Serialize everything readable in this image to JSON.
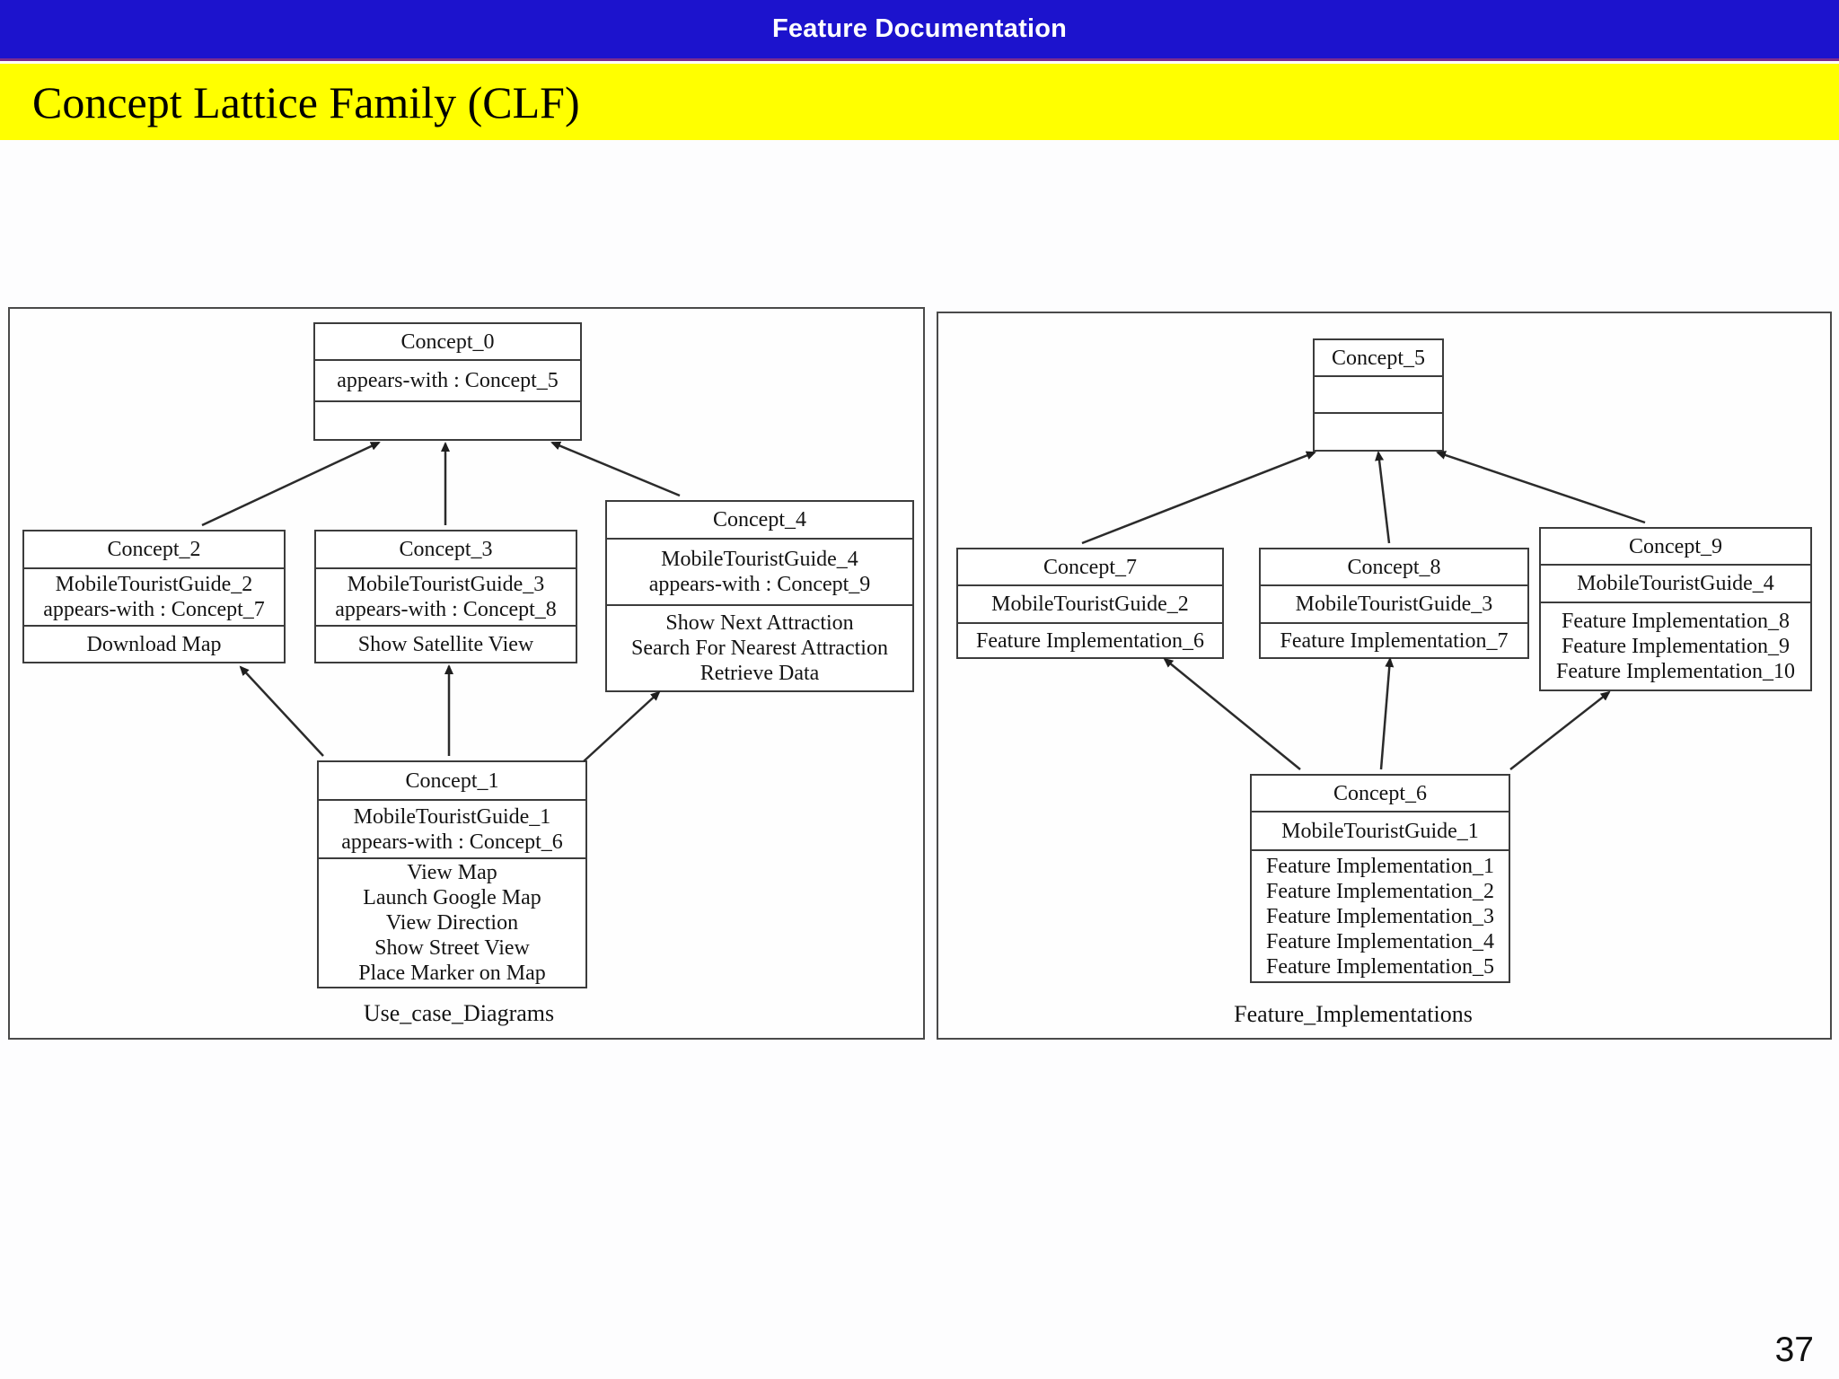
{
  "header": {
    "title": "Feature Documentation"
  },
  "slide": {
    "title": "Concept Lattice Family (CLF)",
    "page_number": "37"
  },
  "colors": {
    "header_bg": "#1c13cd",
    "header_text": "#ffffff",
    "title_bar_bg": "#ffff00",
    "divider": "#7c2c8c",
    "box_border": "#3c3c3c",
    "text": "#141414"
  },
  "diagrams": {
    "left": {
      "label": "Use_case_Diagrams",
      "nodes": {
        "concept0": {
          "title": "Concept_0",
          "attributes": [
            "appears-with : Concept_5"
          ],
          "operations": []
        },
        "concept2": {
          "title": "Concept_2",
          "attributes": [
            "MobileTouristGuide_2",
            "appears-with : Concept_7"
          ],
          "operations": [
            "Download Map"
          ]
        },
        "concept3": {
          "title": "Concept_3",
          "attributes": [
            "MobileTouristGuide_3",
            "appears-with : Concept_8"
          ],
          "operations": [
            "Show Satellite View"
          ]
        },
        "concept4": {
          "title": "Concept_4",
          "attributes": [
            "MobileTouristGuide_4",
            "appears-with : Concept_9"
          ],
          "operations": [
            "Show Next Attraction",
            "Search For Nearest Attraction",
            "Retrieve Data"
          ]
        },
        "concept1": {
          "title": "Concept_1",
          "attributes": [
            "MobileTouristGuide_1",
            "appears-with : Concept_6"
          ],
          "operations": [
            "View Map",
            "Launch Google Map",
            "View Direction",
            "Show Street View",
            "Place Marker on Map"
          ]
        }
      },
      "edges": [
        {
          "from": "Concept_2",
          "to": "Concept_0"
        },
        {
          "from": "Concept_3",
          "to": "Concept_0"
        },
        {
          "from": "Concept_4",
          "to": "Concept_0"
        },
        {
          "from": "Concept_1",
          "to": "Concept_2"
        },
        {
          "from": "Concept_1",
          "to": "Concept_3"
        },
        {
          "from": "Concept_1",
          "to": "Concept_4"
        }
      ]
    },
    "right": {
      "label": "Feature_Implementations",
      "nodes": {
        "concept5": {
          "title": "Concept_5",
          "attributes": [],
          "operations": []
        },
        "concept7": {
          "title": "Concept_7",
          "attributes": [
            "MobileTouristGuide_2"
          ],
          "operations": [
            "Feature Implementation_6"
          ]
        },
        "concept8": {
          "title": "Concept_8",
          "attributes": [
            "MobileTouristGuide_3"
          ],
          "operations": [
            "Feature Implementation_7"
          ]
        },
        "concept9": {
          "title": "Concept_9",
          "attributes": [
            "MobileTouristGuide_4"
          ],
          "operations": [
            "Feature Implementation_8",
            "Feature Implementation_9",
            "Feature Implementation_10"
          ]
        },
        "concept6": {
          "title": "Concept_6",
          "attributes": [
            "MobileTouristGuide_1"
          ],
          "operations": [
            "Feature Implementation_1",
            "Feature Implementation_2",
            "Feature Implementation_3",
            "Feature Implementation_4",
            "Feature Implementation_5"
          ]
        }
      },
      "edges": [
        {
          "from": "Concept_7",
          "to": "Concept_5"
        },
        {
          "from": "Concept_8",
          "to": "Concept_5"
        },
        {
          "from": "Concept_9",
          "to": "Concept_5"
        },
        {
          "from": "Concept_6",
          "to": "Concept_7"
        },
        {
          "from": "Concept_6",
          "to": "Concept_8"
        },
        {
          "from": "Concept_6",
          "to": "Concept_9"
        }
      ]
    }
  }
}
